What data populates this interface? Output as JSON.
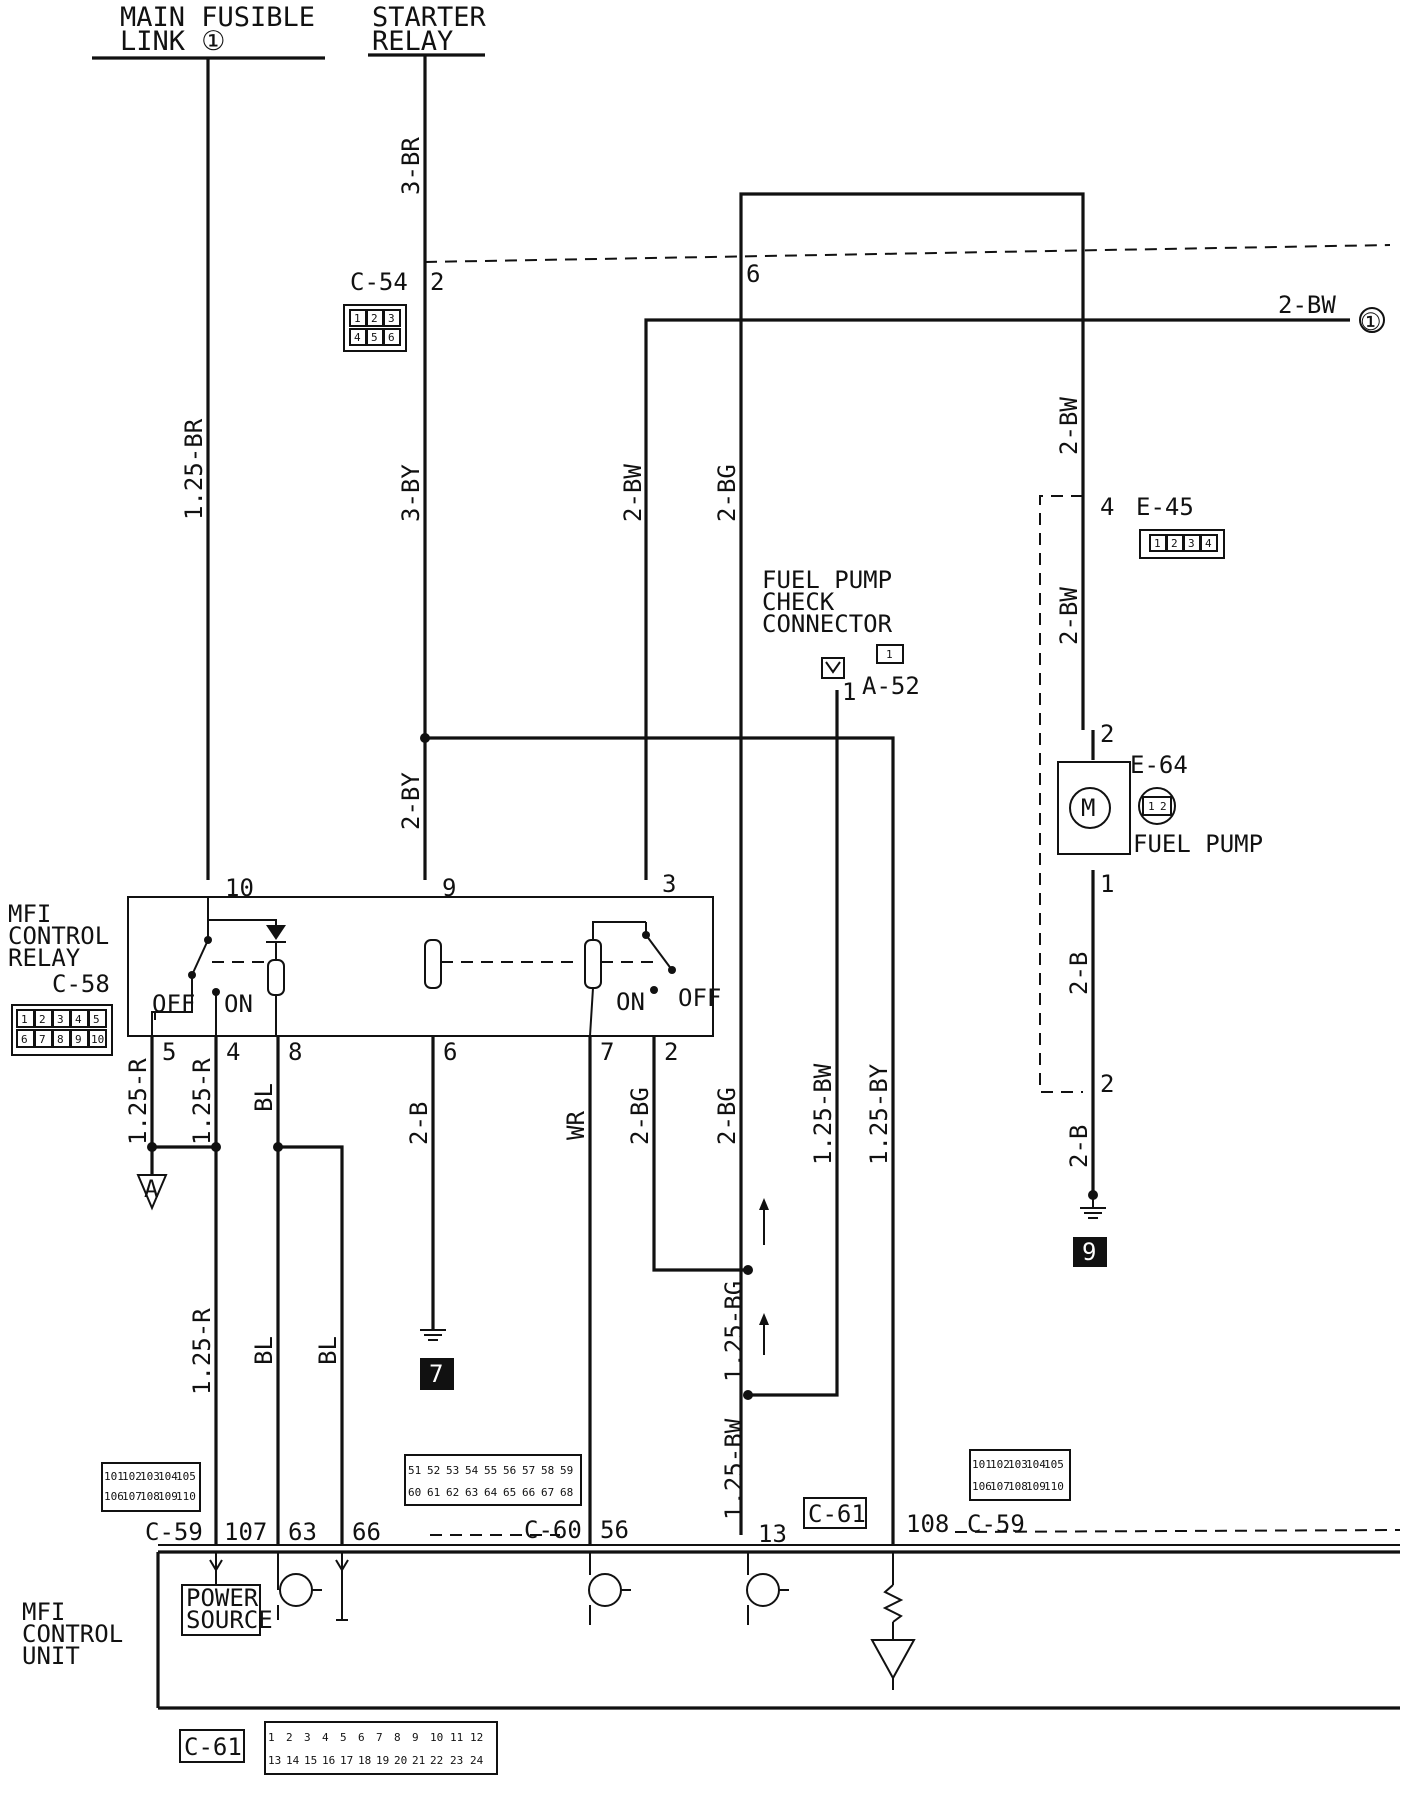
{
  "top_labels": {
    "main_fusible_link": [
      "MAIN FUSIBLE",
      "LINK ①"
    ],
    "starter_relay": [
      "STARTER",
      "RELAY"
    ]
  },
  "connectors": {
    "c54": {
      "name": "C-54",
      "pins": [
        "1",
        "2",
        "3",
        "4",
        "5",
        "6"
      ]
    },
    "e45": {
      "name": "E-45",
      "pins": [
        "1",
        "2",
        "3",
        "4"
      ]
    },
    "e64": {
      "name": "E-64",
      "pins": [
        "1",
        "2"
      ]
    },
    "a52": {
      "name": "A-52",
      "pins": [
        "1"
      ]
    },
    "c58": {
      "name": "C-58",
      "pins": [
        "1",
        "2",
        "3",
        "4",
        "5",
        "6",
        "7",
        "8",
        "9",
        "10"
      ]
    },
    "c59": {
      "name": "C-59",
      "pins_a": [
        "101",
        "102",
        "103",
        "104",
        "105"
      ],
      "pins_b": [
        "106",
        "107",
        "108",
        "109",
        "110"
      ]
    },
    "c60": {
      "name": "C-60",
      "pins_a": [
        "51",
        "52",
        "53",
        "54",
        "55",
        "56",
        "57",
        "58",
        "59"
      ],
      "pins_b": [
        "60",
        "61",
        "62",
        "63",
        "64",
        "65",
        "66",
        "67",
        "68"
      ]
    },
    "c61": {
      "name": "C-61",
      "pins_a": [
        "1",
        "2",
        "3",
        "4",
        "5",
        "6",
        "7",
        "8",
        "9",
        "10",
        "11",
        "12"
      ],
      "pins_b": [
        "13",
        "14",
        "15",
        "16",
        "17",
        "18",
        "19",
        "20",
        "21",
        "22",
        "23",
        "24"
      ]
    }
  },
  "wires": {
    "w_125br": "1.25-BR",
    "w_3br": "3-BR",
    "w_3by": "3-BY",
    "w_2by": "2-BY",
    "w_2bw_top": "2-BW",
    "w_2bw_mid": "2-BW",
    "w_2bw_left": "2-BW",
    "w_2bw_low": "2-BW",
    "w_2bg": "2-BG",
    "w_2bg_b": "2-BG",
    "w_2bg_c": "2-BG",
    "w_2b_a": "2-B",
    "w_2b_b": "2-B",
    "w_2b_c": "2-B",
    "w_125r_a": "1.25-R",
    "w_125r_b": "1.25-R",
    "w_125r_c": "1.25-R",
    "w_bl_a": "BL",
    "w_bl_b": "BL",
    "w_bl_c": "BL",
    "w_wr": "WR",
    "w_125bw_a": "1.25-BW",
    "w_125bw_b": "1.25-BW",
    "w_125by": "1.25-BY",
    "w_125bg": "1.25-BG"
  },
  "pins": {
    "p2": "2",
    "p6": "6",
    "p4": "4",
    "p2e": "2",
    "p1e": "1",
    "p2g": "2",
    "p1a": "1",
    "p10": "10",
    "p9": "9",
    "p3": "3",
    "p5": "5",
    "p4b": "4",
    "p8": "8",
    "p6b": "6",
    "p7": "7",
    "p2c": "2",
    "p107": "107",
    "p63": "63",
    "p66": "66",
    "p56": "56",
    "p13": "13",
    "p108": "108"
  },
  "labels": {
    "circle_ref": "①",
    "fuel_pump_check": [
      "FUEL PUMP",
      "CHECK",
      "CONNECTOR"
    ],
    "fuel_pump": "FUEL PUMP",
    "mfi_relay": [
      "MFI",
      "CONTROL",
      "RELAY"
    ],
    "mfi_unit": [
      "MFI",
      "CONTROL",
      "UNIT"
    ],
    "off": "OFF",
    "on": "ON",
    "on2": "ON",
    "off2": "OFF",
    "power_source": [
      "POWER",
      "SOURCE"
    ],
    "motor": "M",
    "ground_a": "A",
    "ground_7": "7",
    "ground_9": "9",
    "c59_label": "C-59",
    "c59_label_b": "C-59",
    "c60_label": "C-60",
    "c61_label": "C-61",
    "c61_label_b": "C-61"
  }
}
